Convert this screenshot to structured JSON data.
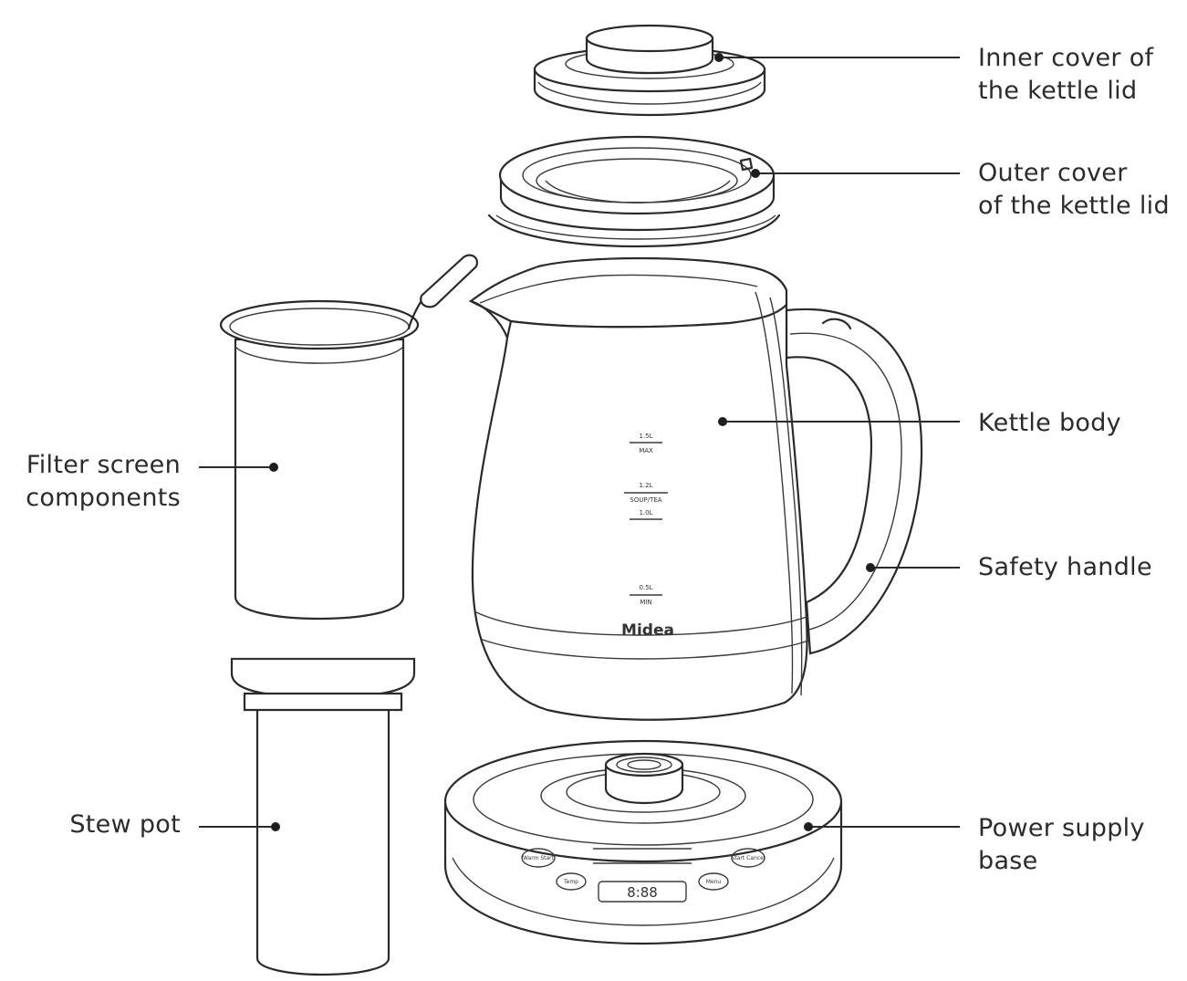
{
  "labels": {
    "inner_cover": [
      "Inner cover of",
      "the kettle lid"
    ],
    "outer_cover": [
      "Outer cover",
      "of the kettle lid"
    ],
    "kettle_body": [
      "Kettle body"
    ],
    "safety_handle": [
      "Safety handle"
    ],
    "power_base": [
      "Power supply",
      "base"
    ],
    "filter_screen": [
      "Filter screen",
      "components"
    ],
    "stew_pot": [
      "Stew pot"
    ]
  },
  "kettle_markings": {
    "max_volume": "1.5L",
    "max": "MAX",
    "soup_volume": "1.2L",
    "soup_tea": "SOUP/TEA",
    "mid_volume": "1.0L",
    "min_volume": "0.5L",
    "min": "MIN"
  },
  "brand": "Midea",
  "base_panel": {
    "display": "8:88",
    "btn_keep_warm": "Warm Start",
    "btn_start": "Start Cancel",
    "btn_temp": "Temp",
    "btn_menu": "Menu"
  },
  "colors": {
    "line": "#2a2a2a",
    "background": "#ffffff"
  }
}
